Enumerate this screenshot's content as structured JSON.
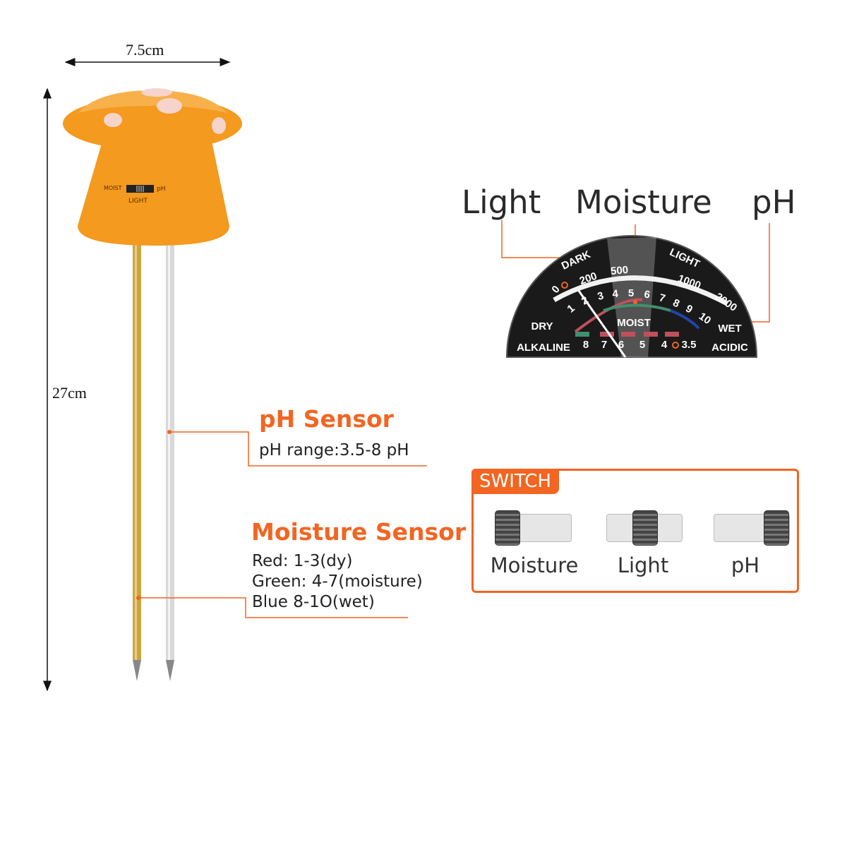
{
  "dimensions": {
    "width_label": "7.5cm",
    "height_label": "27cm"
  },
  "device": {
    "switch_labels": {
      "left": "MOIST",
      "right": "pH",
      "bottom": "LIGHT"
    },
    "colors": {
      "body": "#f39a1f",
      "gold_probe": "#c9a545",
      "silver_probe": "#d8d8d8"
    }
  },
  "ph_sensor": {
    "title": "pH Sensor",
    "range": "pH range:3.5-8 pH"
  },
  "moisture_sensor": {
    "title": "Moisture Sensor",
    "lines": [
      "Red: 1-3(dy)",
      "Green: 4-7(moisture)",
      "Blue 8-1O(wet)"
    ]
  },
  "gauge_headers": {
    "light": "Light",
    "moisture": "Moisture",
    "ph": "pH"
  },
  "gauge": {
    "dark": "DARK",
    "light": "LIGHT",
    "light_scale": [
      "0",
      "200",
      "500",
      "1000",
      "2000"
    ],
    "moist_scale": [
      "1",
      "2",
      "3",
      "4",
      "5",
      "6",
      "7",
      "8",
      "9",
      "10"
    ],
    "dry": "DRY",
    "moist": "MOIST",
    "wet": "WET",
    "alkaline": "ALKALINE",
    "acidic": "ACIDIC",
    "ph_scale": [
      "8",
      "7",
      "6",
      "5",
      "4",
      "3.5"
    ]
  },
  "switch_panel": {
    "title": "SWITCH",
    "options": [
      "Moisture",
      "Light",
      "pH"
    ]
  },
  "colors": {
    "accent": "#f26522",
    "red": "#c0505a",
    "green": "#3f8f70",
    "blue": "#2244aa"
  }
}
